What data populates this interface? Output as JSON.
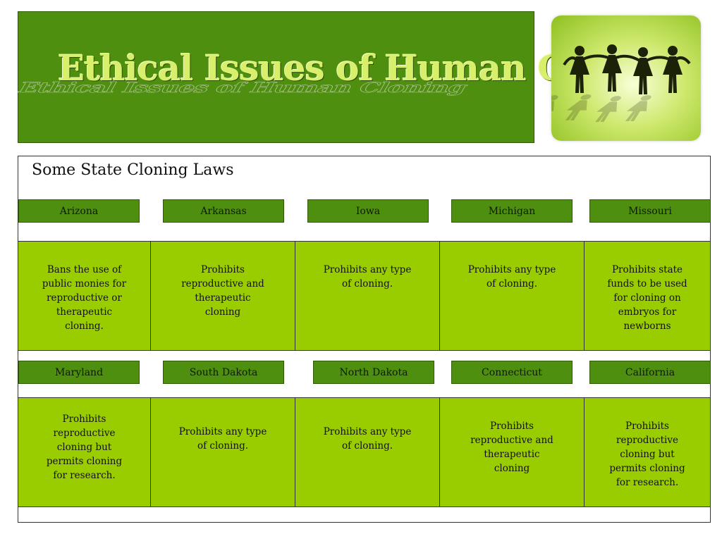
{
  "banner": {
    "title": "Ethical Issues of Human Cloning"
  },
  "photo": {
    "icon": "paper-doll-chain-icon"
  },
  "section": {
    "title": "Some State Cloning Laws"
  },
  "rows": [
    {
      "states": [
        "Arizona",
        "Arkansas",
        "Iowa",
        "Michigan",
        "Missouri"
      ],
      "laws": [
        "Bans the use of public monies for reproductive or therapeutic cloning.",
        "Prohibits reproductive  and therapeutic cloning",
        "Prohibits any type of cloning.",
        "Prohibits any type of cloning.",
        "Prohibits state funds to be used for cloning on embryos for newborns"
      ]
    },
    {
      "states": [
        "Maryland",
        "South Dakota",
        "North Dakota",
        "Connecticut",
        "California"
      ],
      "laws": [
        "Prohibits reproductive cloning but permits cloning for research.",
        "Prohibits any type of cloning.",
        "Prohibits any type of cloning.",
        "Prohibits reproductive  and therapeutic cloning",
        "Prohibits reproductive cloning but permits cloning for research."
      ]
    }
  ],
  "colors": {
    "dark_green": "#4e8f10",
    "light_green": "#9acd00",
    "title_text": "#d7ef6a"
  }
}
